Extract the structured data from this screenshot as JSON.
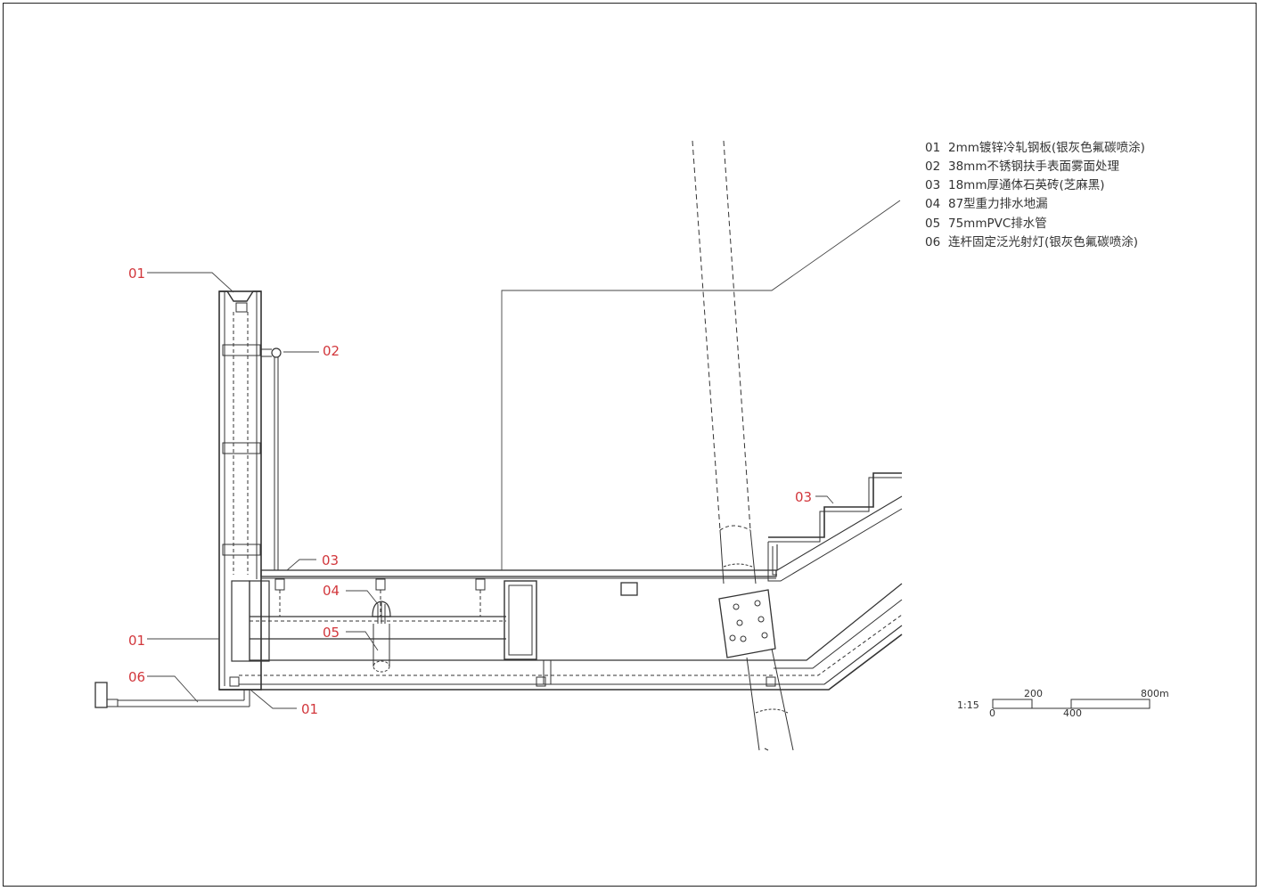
{
  "legend": [
    {
      "num": "01",
      "text": "2mm镀锌冷轧钢板(银灰色氟碳喷涂)"
    },
    {
      "num": "02",
      "text": "38mm不锈钢扶手表面雾面处理"
    },
    {
      "num": "03",
      "text": "18mm厚通体石英砖(芝麻黑)"
    },
    {
      "num": "04",
      "text": "87型重力排水地漏"
    },
    {
      "num": "05",
      "text": "75mmPVC排水管"
    },
    {
      "num": "06",
      "text": "连杆固定泛光射灯(银灰色氟碳喷涂)"
    }
  ],
  "callouts": {
    "c01_top": "01",
    "c02": "02",
    "c03_floor": "03",
    "c03_stair": "03",
    "c04": "04",
    "c05": "05",
    "c01_mid": "01",
    "c06": "06",
    "c01_bottom": "01"
  },
  "scale_bar": {
    "ratio": "1:15",
    "t0": "0",
    "t200": "200",
    "t400": "400",
    "t800": "800m"
  },
  "colors": {
    "callout": "#d2373c",
    "line": "#333333"
  }
}
